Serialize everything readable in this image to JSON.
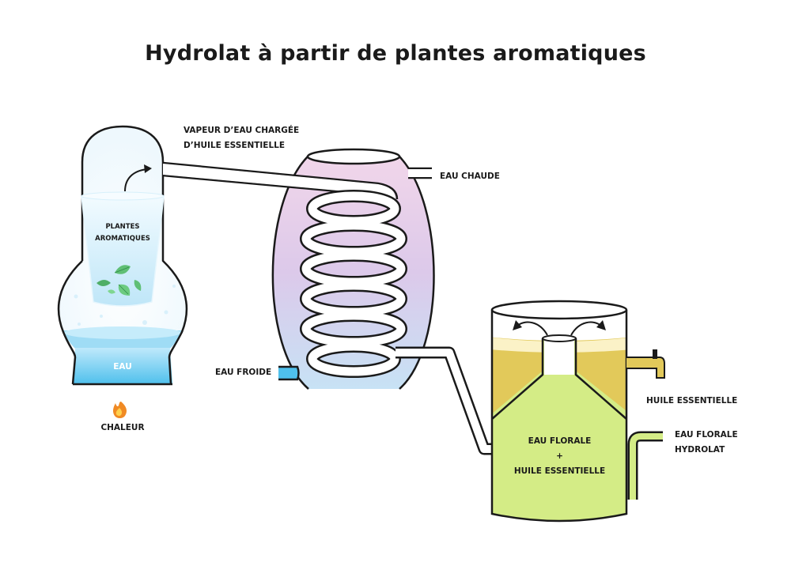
{
  "title": "Hydrolat à partir de plantes aromatiques",
  "labels": {
    "vapeur_line1": "VAPEUR D’EAU CHARGÉE",
    "vapeur_line2": "D’HUILE ESSENTIELLE",
    "plantes_line1": "PLANTES",
    "plantes_line2": "AROMATIQUES",
    "eau": "EAU",
    "chaleur": "CHALEUR",
    "eau_chaude": "EAU CHAUDE",
    "eau_froide": "EAU FROIDE",
    "huile_essentielle": "HUILE ESSENTIELLE",
    "eau_florale_hydrolat_line1": "EAU FLORALE",
    "eau_florale_hydrolat_line2": "HYDROLAT",
    "mix_line1": "EAU FLORALE",
    "mix_line2": "+",
    "mix_line3": "HUILE ESSENTIELLE"
  },
  "icons": {
    "heat": "flame-icon",
    "leaves": "leaf-icon",
    "vapor_arrow": "curved-arrow-icon",
    "separation_arrows": "curved-arrow-icon"
  },
  "colors": {
    "water_blue": "#4fc0ec",
    "oil_yellow": "#e2c95a",
    "floral_green": "#d4ec86",
    "condenser_pink": "#e9c4df",
    "condenser_blue": "#c7e2f5",
    "leaf_green": "#5fbf75",
    "flame_orange": "#f08a24"
  }
}
